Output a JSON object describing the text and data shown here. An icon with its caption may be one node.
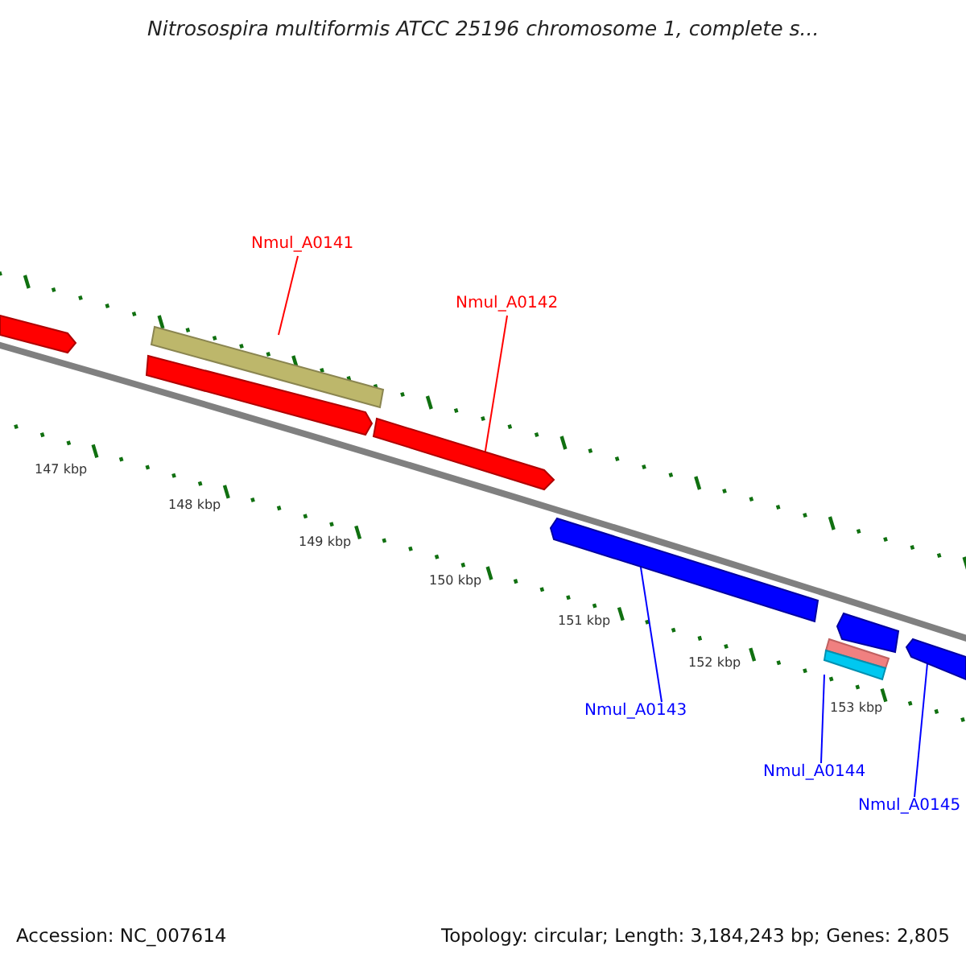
{
  "diagram": {
    "title": "Nitrosospira multiformis ATCC 25196 chromosome 1, complete s...",
    "nodes": [
      {
        "text": [],
        "shape": "bar"
      },
      {
        "text": [
          "Nmul_A0141"
        ]
      },
      {
        "text": [],
        "shape": "bar"
      },
      {
        "text": [],
        "shape": "bar"
      },
      {
        "text": [
          "Nmul_A0142"
        ]
      },
      {
        "text": [],
        "shape": "bar"
      },
      {
        "text": [
          "Nmul_A0143"
        ]
      },
      {
        "text": [],
        "shape": "bar"
      },
      {
        "text": [],
        "shape": "bar"
      },
      {
        "text": [],
        "shape": "bar"
      },
      {
        "text": [],
        "shape": "bar"
      },
      {
        "text": [
          "Nmul_A0144"
        ]
      },
      {
        "text": [],
        "shape": "bar"
      },
      {
        "text": [
          "Nmul_A0145"
        ]
      }
    ],
    "edges": [
      {
        "from": 1,
        "to": 2,
        "arrow": "none",
        "color": "#ff0000"
      },
      {
        "from": 4,
        "to": 5,
        "arrow": "none",
        "color": "#ff0000"
      },
      {
        "from": 6,
        "to": 7,
        "arrow": "none"
      },
      {
        "from": 11,
        "to": 10,
        "arrow": "none"
      },
      {
        "from": 13,
        "to": 12,
        "arrow": "none"
      }
    ],
    "labels": [
      "147 kbp",
      "148 kbp",
      "149 kbp",
      "150 kbp",
      "151 kbp",
      "152 kbp",
      "153 kbp",
      "Accession: NC_007614",
      "Topology: circular; Length: 3,184,243 bp; Genes: 2,805"
    ]
  }
}
